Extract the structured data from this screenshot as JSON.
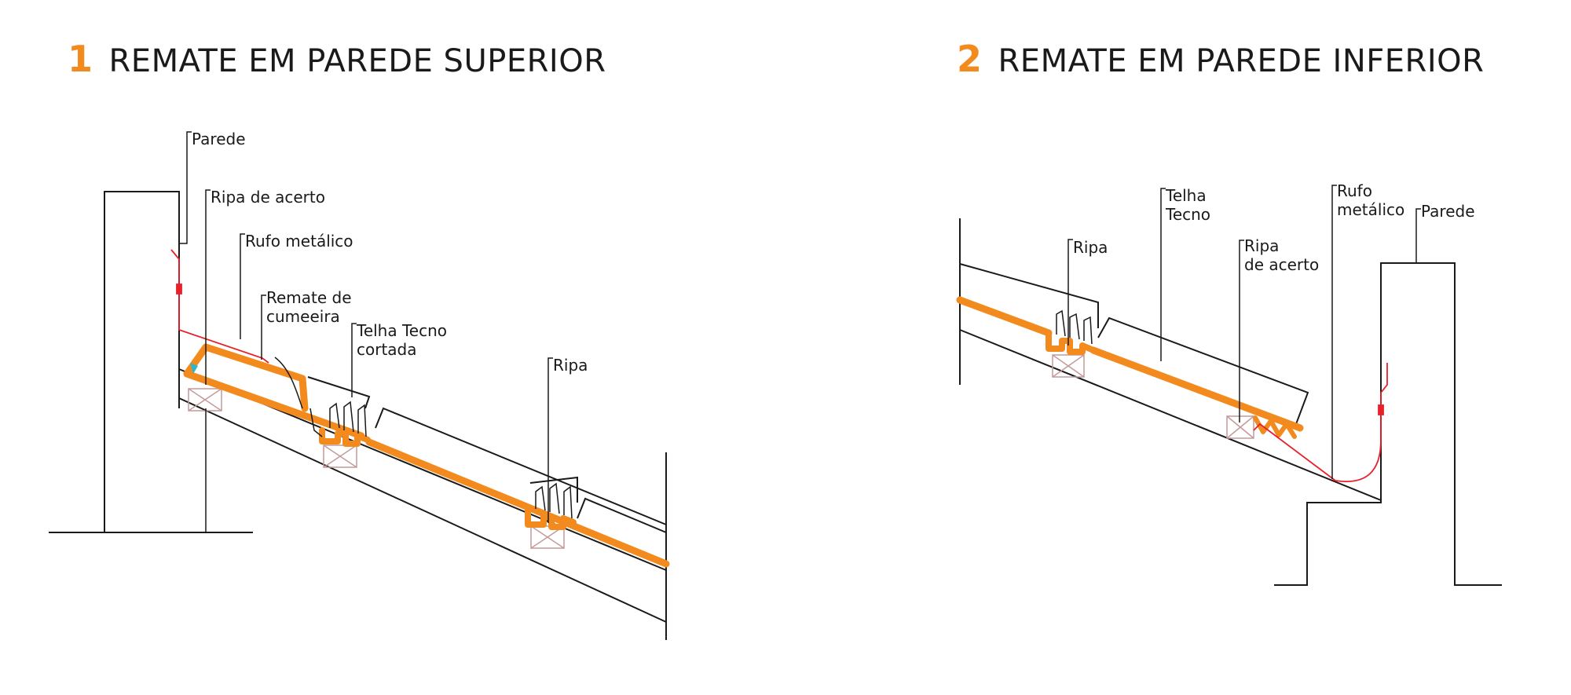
{
  "colors": {
    "accent": "#f28a1e",
    "flashing": "#e8202a",
    "line": "#1a1a1a",
    "batten_cross": "#c49a9a",
    "sealant": "#2fb7c9"
  },
  "panel_1": {
    "number": "1",
    "title": "REMATE EM PAREDE SUPERIOR",
    "labels": {
      "parede": "Parede",
      "ripa_de_acerto": "Ripa de acerto",
      "rufo_metalico": "Rufo metálico",
      "remate_cumeeira_1": "Remate de",
      "remate_cumeeira_2": "cumeeira",
      "telha_cortada_1": "Telha Tecno",
      "telha_cortada_2": "cortada",
      "ripa": "Ripa"
    }
  },
  "panel_2": {
    "number": "2",
    "title": "REMATE EM PAREDE INFERIOR",
    "labels": {
      "ripa": "Ripa",
      "telha_1": "Telha",
      "telha_2": "Tecno",
      "ripa_acerto_1": "Ripa",
      "ripa_acerto_2": "de acerto",
      "rufo_1": "Rufo",
      "rufo_2": "metálico",
      "parede": "Parede"
    }
  }
}
